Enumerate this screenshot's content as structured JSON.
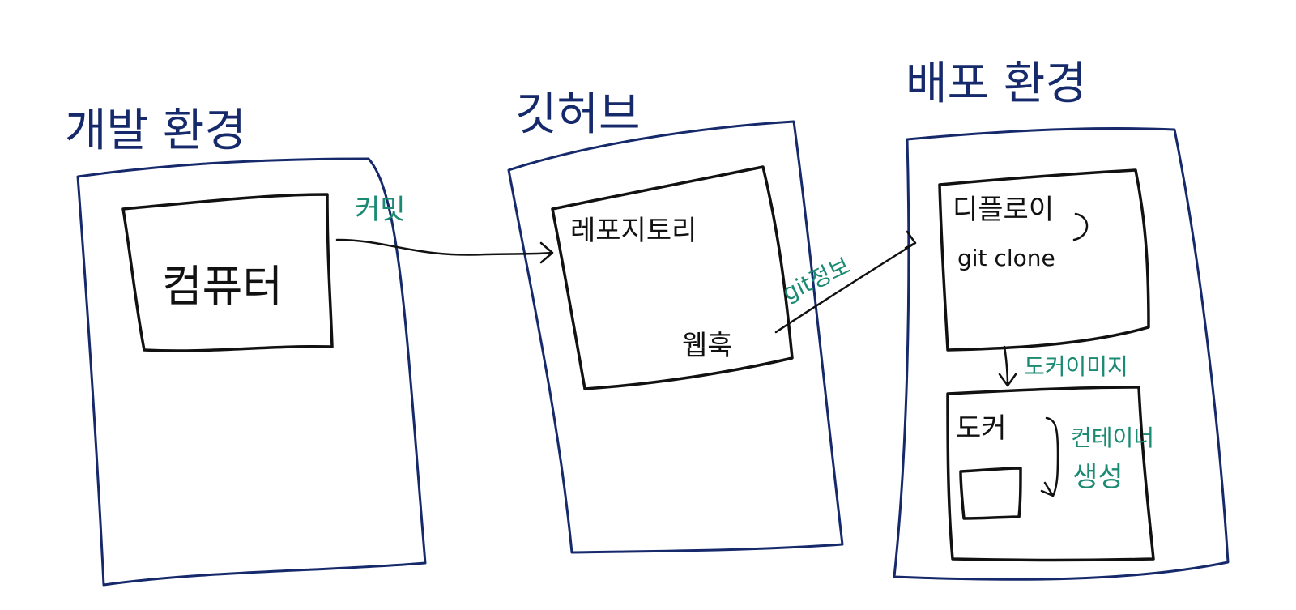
{
  "colors": {
    "environment_ink": "#15296b",
    "component_ink": "#111111",
    "annotation_ink": "#1a8a72"
  },
  "environments": {
    "dev": {
      "title": "개발 환경",
      "component": "컴퓨터"
    },
    "github": {
      "title": "깃허브",
      "component": "레포지토리",
      "item": "웹훅"
    },
    "deploy": {
      "title": "배포 환경",
      "deploy_box_title": "디플로이",
      "deploy_box_command": "git clone",
      "docker_box_title": "도커"
    }
  },
  "annotations": {
    "commit": "커밋",
    "git_info": "git정보",
    "docker_image": "도커이미지",
    "container_create_line1": "컨테이너",
    "container_create_line2": "생성"
  }
}
